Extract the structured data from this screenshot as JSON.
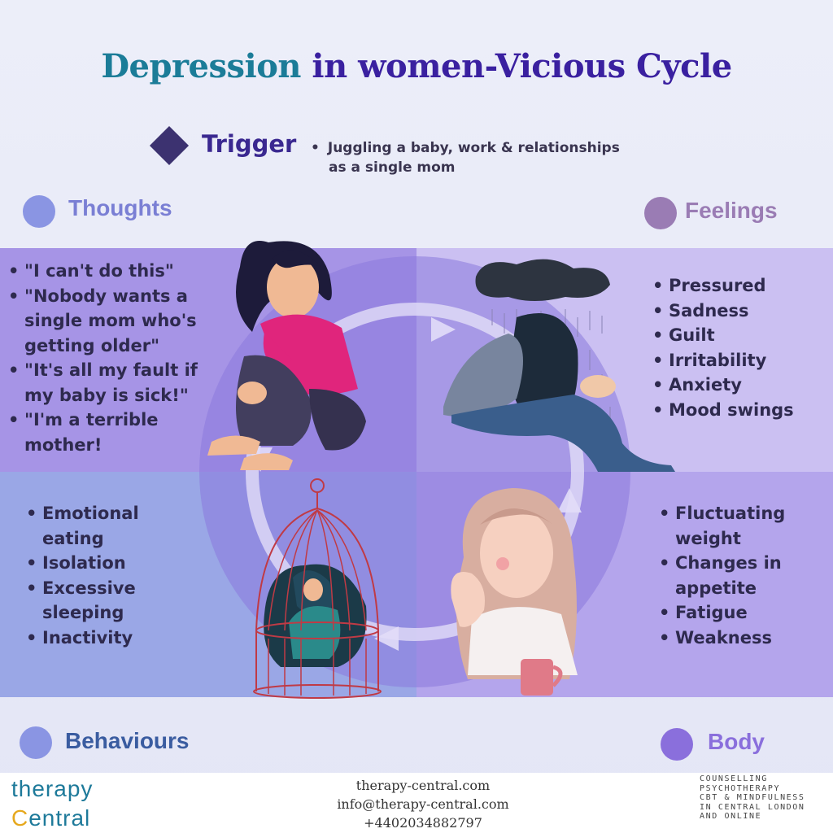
{
  "title": {
    "part1": "Depression",
    "part2": " in women-Vicious Cycle"
  },
  "trigger": {
    "label": "Trigger",
    "text_line1": "Juggling a baby, work & relationships",
    "text_line2": "as a single mom"
  },
  "sections": {
    "thoughts": {
      "label": "Thoughts",
      "items": [
        "\"I can't do this\"",
        "\"Nobody wants a single mom who's getting older\"",
        "\"It's all my fault if  my baby is sick!\"",
        "\"I'm a terrible mother!"
      ]
    },
    "feelings": {
      "label": "Feelings",
      "items": [
        "Pressured",
        "Sadness",
        "Guilt",
        "Irritability",
        "Anxiety",
        "Mood swings"
      ]
    },
    "behaviours": {
      "label": "Behaviours",
      "items": [
        "Emotional eating",
        "Isolation",
        "Excessive sleeping",
        "Inactivity"
      ]
    },
    "body": {
      "label": "Body",
      "items": [
        "Fluctuating weight",
        "Changes in appetite",
        "Fatigue",
        "Weakness"
      ]
    }
  },
  "footer": {
    "logo_line1": "therapy",
    "logo_line2_first": "C",
    "logo_line2_rest": "entral",
    "website": "therapy-central.com",
    "email": "info@therapy-central.com",
    "phone": "+4402034882797",
    "services": [
      "COUNSELLING",
      "PSYCHOTHERAPY",
      "CBT & MINDFULNESS",
      "IN CENTRAL LONDON",
      "AND ONLINE"
    ]
  },
  "colors": {
    "title_accent": "#1b7c98",
    "title_main": "#3a20a0",
    "panel_thoughts": "#a694e6",
    "panel_feelings": "#cbc0f2",
    "panel_behaviours": "#9aa7e6",
    "panel_body": "#b4a5ec"
  }
}
